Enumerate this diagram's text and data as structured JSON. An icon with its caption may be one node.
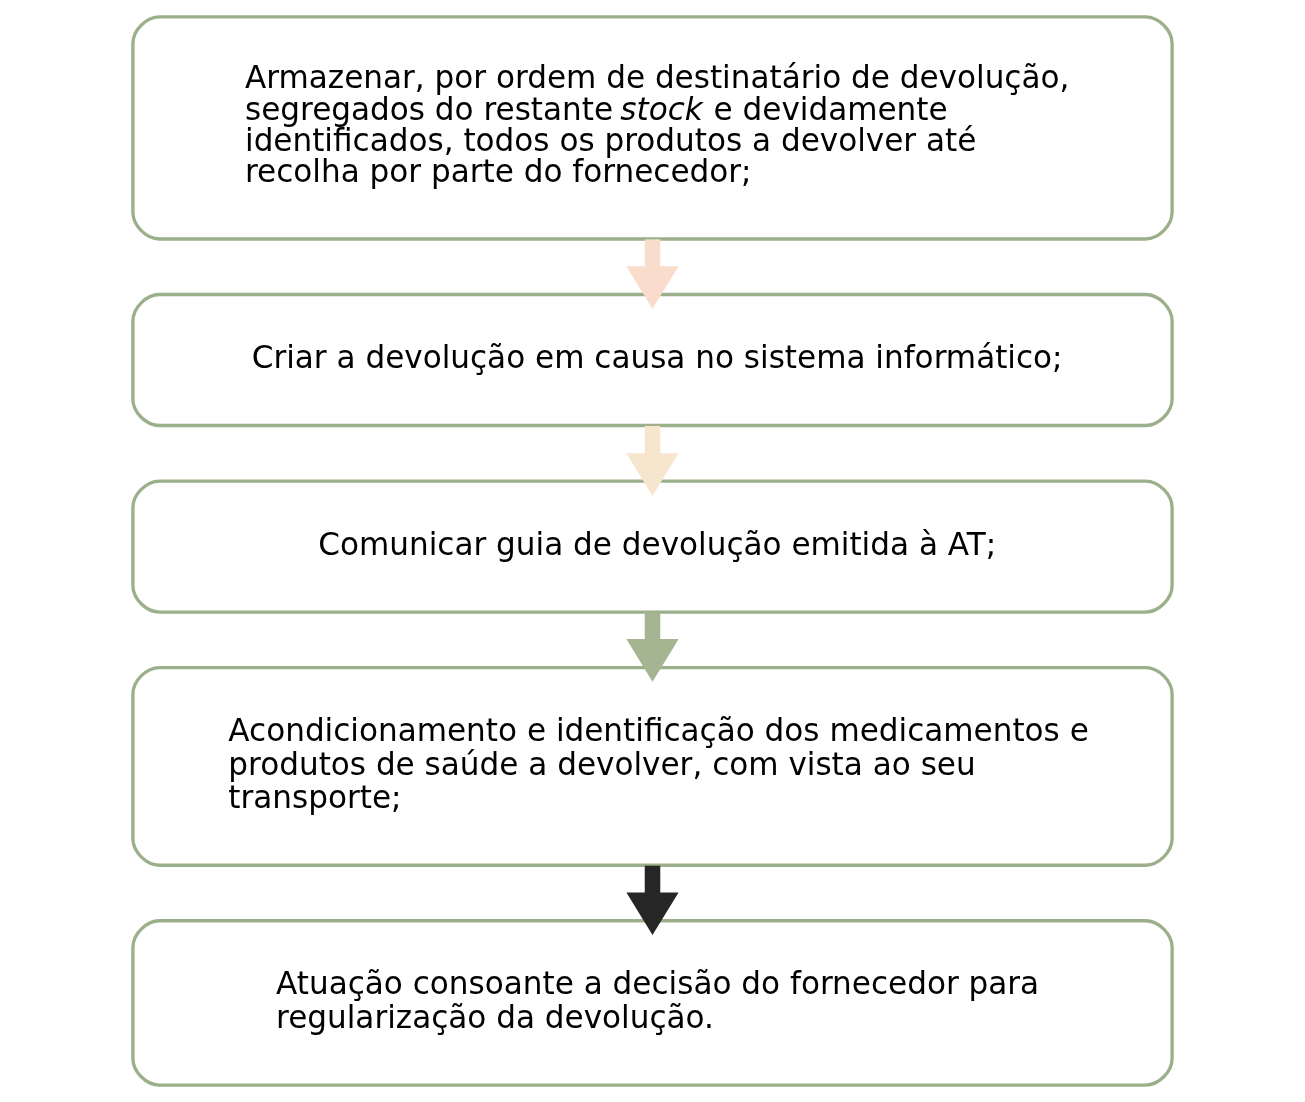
{
  "diagram": {
    "nodes": [
      {
        "text": [
          "Armazenar, por ordem de destinatário de devolução, segregados do restante *stock* e devidamente identificados, todos os produtos a devolver até recolha por parte do fornecedor;"
        ]
      },
      {
        "text": [
          "Criar a devolução em causa no sistema informático;"
        ]
      },
      {
        "text": [
          "Comunicar guia de devolução emitida à AT;"
        ]
      },
      {
        "text": [
          "Acondicionamento e identificação dos medicamentos e produtos de saúde a devolver, com vista ao seu transporte;"
        ]
      },
      {
        "text": [
          "Atuação consoante a decisão do fornecedor para regularização da devolução."
        ]
      }
    ],
    "edges": [
      {
        "from": 0,
        "to": 1,
        "arrow": "to",
        "color": "#f9dccb"
      },
      {
        "from": 1,
        "to": 2,
        "arrow": "to",
        "color": "#f6e6cd"
      },
      {
        "from": 2,
        "to": 3,
        "arrow": "to",
        "color": "#a5b592"
      },
      {
        "from": 3,
        "to": 4,
        "arrow": "to",
        "color": "#262626"
      }
    ]
  }
}
